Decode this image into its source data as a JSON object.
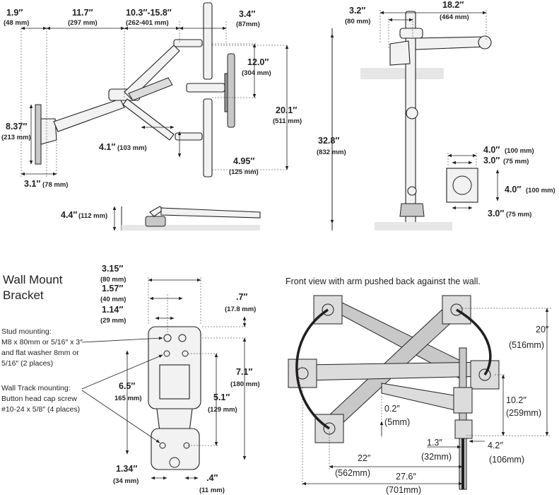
{
  "side_view": {
    "d_1_9": "1.9″",
    "d_1_9_mm": "(48 mm)",
    "d_11_7": "11.7″",
    "d_11_7_mm": "(297 mm)",
    "d_10_3": "10.3″-15.8″",
    "d_10_3_mm": "(262-401 mm)",
    "d_3_4": "3.4″",
    "d_3_4_mm": "(87mm)",
    "d_12_0": "12.0″",
    "d_12_0_mm": "(304 mm)",
    "d_20_1": "20.1″",
    "d_20_1_mm": "(511 mm)",
    "d_8_37": "8.37″",
    "d_8_37_mm": "(213 mm)",
    "d_4_1": "4.1″",
    "d_4_1_mm": "(103 mm)",
    "d_4_95": "4.95″",
    "d_4_95_mm": "(125 mm)",
    "d_3_1": "3.1″",
    "d_3_1_mm": "(78 mm)",
    "d_4_4": "4.4″",
    "d_4_4_mm": "(112 mm)"
  },
  "desk_view": {
    "d_3_2": "3.2″",
    "d_3_2_mm": "(80 mm)",
    "d_18_2": "18.2″",
    "d_18_2_mm": "(464 mm)",
    "d_32_8": "32.8″",
    "d_32_8_mm": "(832 mm)",
    "vesa_4_0_top": "4.0″",
    "vesa_4_0_top_mm": "(100 mm)",
    "vesa_3_0_top": "3.0″",
    "vesa_3_0_top_mm": "(75 mm)",
    "vesa_4_0_side": "4.0″",
    "vesa_4_0_side_mm": "(100 mm)",
    "vesa_3_0_bottom": "3.0″",
    "vesa_3_0_bottom_mm": "(75 mm)"
  },
  "bracket": {
    "title_line1": "Wall Mount",
    "title_line2": "Bracket",
    "d_3_15": "3.15″",
    "d_3_15_mm": "(80 mm)",
    "d_1_57": "1.57″",
    "d_1_57_mm": "(40 mm)",
    "d_1_14": "1.14″",
    "d_1_14_mm": "(29 mm)",
    "d_0_7": ".7″",
    "d_0_7_mm": "(17.8 mm)",
    "d_6_5": "6.5″",
    "d_6_5_mm": "165 mm)",
    "d_7_1": "7.1″",
    "d_7_1_mm": "(180 mm)",
    "d_5_1": "5.1″",
    "d_5_1_mm": "(129 mm)",
    "d_1_34": "1.34″",
    "d_1_34_mm": "(34 mm)",
    "d_0_4": ".4″",
    "d_0_4_mm": "(11 mm)",
    "stud_lines": [
      "Stud mounting:",
      "M8 x 80mm or 5/16″ x 3″",
      "and flat washer 8mm or",
      "5/16″ (2 places)"
    ],
    "track_lines": [
      "Wall Track mounting:",
      "Button head cap screw",
      "#10-24 x 5/8″ (4 places)"
    ]
  },
  "front_view": {
    "caption": "Front view with arm pushed back against the wall.",
    "d_20": "20″",
    "d_20_mm": "(516mm)",
    "d_10_2": "10.2″",
    "d_10_2_mm": "(259mm)",
    "d_0_2": "0.2″",
    "d_0_2_mm": "(5mm)",
    "d_1_3": "1.3″",
    "d_1_3_mm": "(32mm)",
    "d_4_2": "4.2″",
    "d_4_2_mm": "(106mm)",
    "d_22": "22″",
    "d_22_mm": "(562mm)",
    "d_27_6": "27.6″",
    "d_27_6_mm": "(701mm)"
  }
}
